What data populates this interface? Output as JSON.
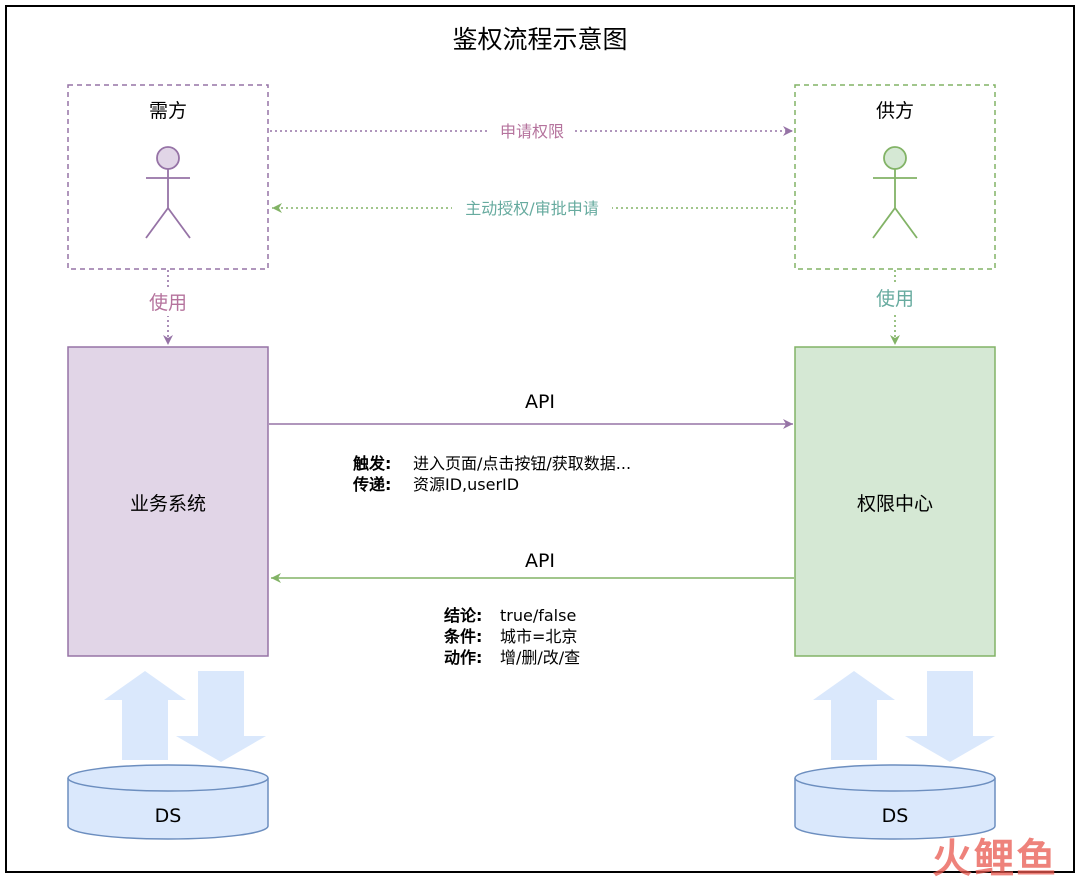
{
  "title": "鉴权流程示意图",
  "demand": {
    "label": "需方",
    "use_label": "使用"
  },
  "supply": {
    "label": "供方",
    "use_label": "使用"
  },
  "flows": {
    "request": "申请权限",
    "grant": "主动授权/审批申请"
  },
  "business_system": {
    "label": "业务系统",
    "ds_label": "DS"
  },
  "permission_center": {
    "label": "权限中心",
    "ds_label": "DS"
  },
  "api_request": {
    "label": "API",
    "trigger_key": "触发:",
    "trigger_value": "进入页面/点击按钮/获取数据...",
    "pass_key": "传递:",
    "pass_value": "资源ID,userID"
  },
  "api_response": {
    "label": "API",
    "conclusion_key": "结论:",
    "conclusion_value": "true/false",
    "condition_key": "条件:",
    "condition_value": "城市=北京",
    "action_key": "动作:",
    "action_value": "增/删/改/查"
  },
  "watermark": "火鲤鱼",
  "colors": {
    "purple_stroke": "#9673a6",
    "purple_fill": "#e1d5e7",
    "purple_text": "#b5739d",
    "green_stroke": "#82b366",
    "green_fill": "#d5e8d4",
    "green_text": "#67ab9f",
    "blue_fill": "#dae8fc",
    "blue_stroke": "#6c8ebf"
  }
}
